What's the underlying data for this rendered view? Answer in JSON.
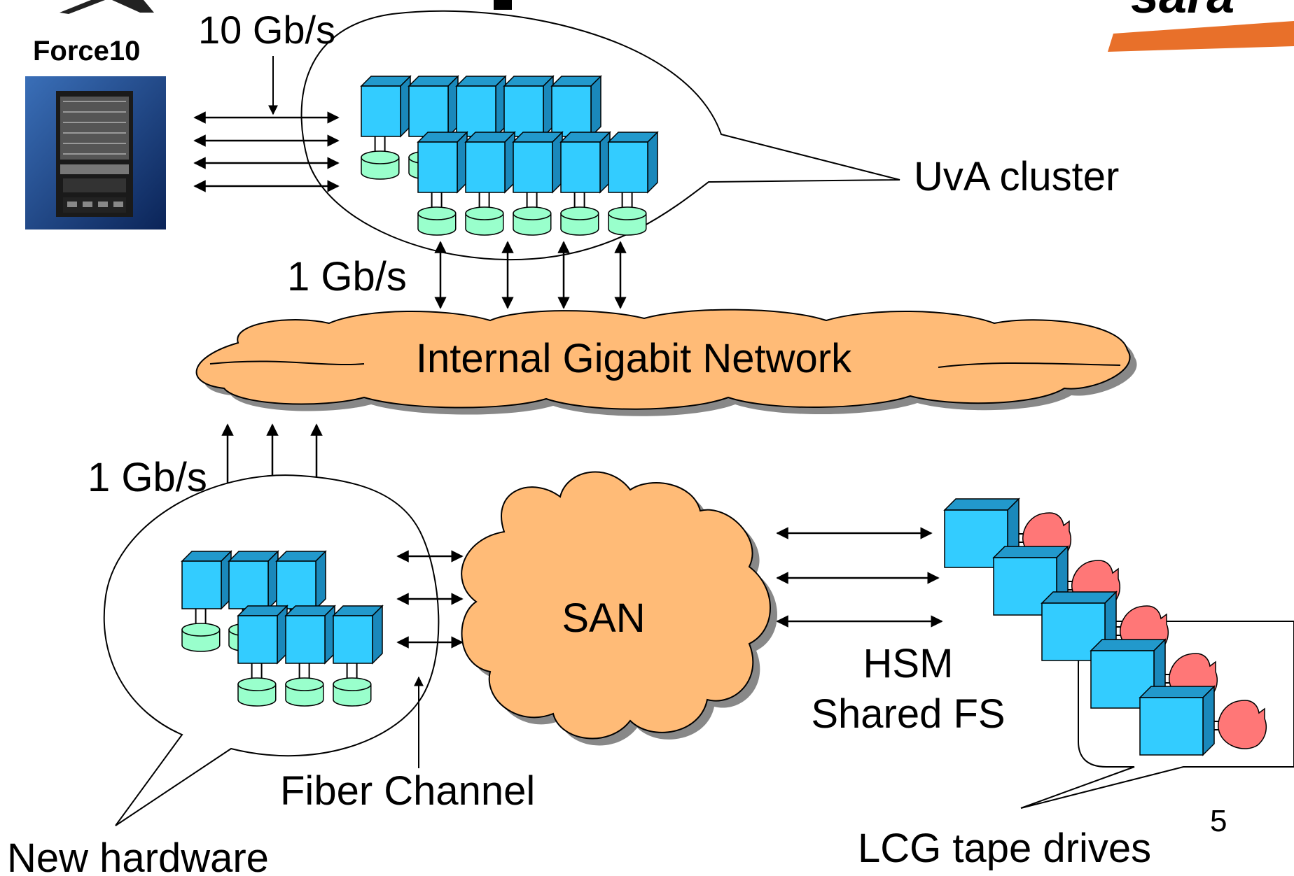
{
  "labels": {
    "force10": "Force10",
    "speed_10g": "10 Gb/s",
    "uva_cluster": "UvA cluster",
    "speed_1g_top": "1 Gb/s",
    "internal_network": "Internal Gigabit Network",
    "speed_1g_bottom": "1 Gb/s",
    "san": "SAN",
    "hsm": "HSM",
    "shared_fs": "Shared FS",
    "fiber_channel": "Fiber Channel",
    "new_hardware": "New hardware",
    "lcg_tape_drives": "LCG tape drives",
    "page_number": "5"
  },
  "colors": {
    "node_face": "#33ccff",
    "node_top": "#2299cc",
    "node_side": "#1a88bb",
    "disk": "#99ffcc",
    "cloud": "#ffbb77",
    "cloud_shadow": "#888888",
    "tape": "#ff7777",
    "logo_blue": "#1d3d9e",
    "logo_orange": "#e8702a"
  },
  "icons": {
    "switch": "force10-switch-image",
    "logo": "sara-logo"
  }
}
